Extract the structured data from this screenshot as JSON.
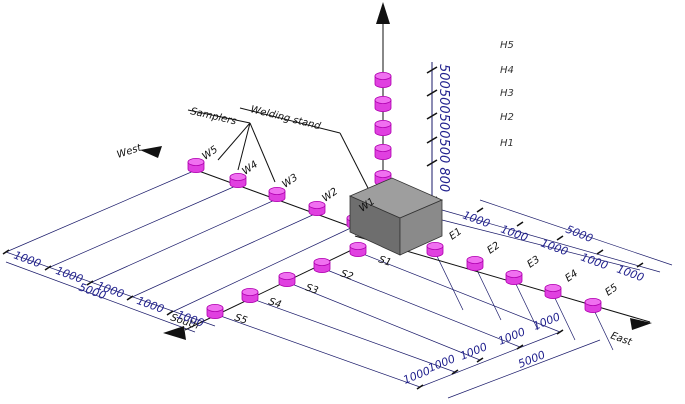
{
  "directions": {
    "north_axis": "",
    "west": "West",
    "south": "South",
    "east": "East"
  },
  "callouts": {
    "samplers": "Samplers",
    "welding_stand": "Welding stand"
  },
  "heights": [
    "H5",
    "H4",
    "H3",
    "H2",
    "H1"
  ],
  "vertical_dims": [
    "500",
    "500",
    "500",
    "500",
    "800"
  ],
  "west_samplers": [
    "W5",
    "W4",
    "W3",
    "W2",
    "W1"
  ],
  "south_samplers": [
    "S1",
    "S2",
    "S3",
    "S4",
    "S5"
  ],
  "east_samplers": [
    "E1",
    "E2",
    "E3",
    "E4",
    "E5"
  ],
  "west_dims": [
    "1000",
    "1000",
    "1000",
    "1000",
    "1000"
  ],
  "west_total": "5000",
  "south_dims": [
    "1000",
    "1000",
    "1000",
    "1000",
    "1000"
  ],
  "south_total": "5000",
  "east_dims": [
    "1000",
    "1000",
    "1000",
    "1000",
    "1000"
  ],
  "east_total": "5000",
  "colors": {
    "sampler_fill": "#e040e0",
    "sampler_dark": "#b000b0",
    "box_top": "#9e9e9e",
    "box_front": "#6a6a6a",
    "box_side": "#808080",
    "dim_text": "#23238f"
  }
}
